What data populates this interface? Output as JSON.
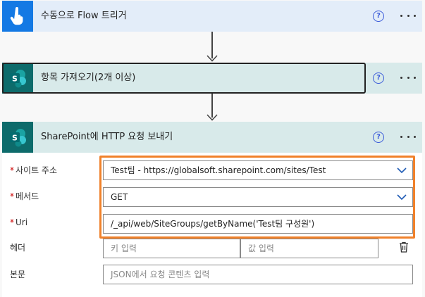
{
  "cards": {
    "trigger": {
      "title": "수동으로 Flow 트리거"
    },
    "get_items": {
      "title": "항목 가져오기(2개 이상)"
    },
    "http": {
      "title": "SharePoint에 HTTP 요청 보내기"
    }
  },
  "help_glyph": "?",
  "form": {
    "site": {
      "label": "사이트 주소",
      "value": "Test팀 - https://globalsoft.sharepoint.com/sites/Test"
    },
    "method": {
      "label": "메서드",
      "value": "GET"
    },
    "uri": {
      "label": "Uri",
      "value": "/_api/web/SiteGroups/getByName('Test팀 구성원')"
    },
    "headers": {
      "label": "헤더",
      "key_placeholder": "키 입력",
      "value_placeholder": "값 입력"
    },
    "body": {
      "label": "본문",
      "placeholder": "JSON에서 요청 콘텐츠 입력"
    },
    "required_mark": "*"
  },
  "colors": {
    "trigger_bg": "#e3edf9",
    "trigger_icon": "#1479e4",
    "sharepoint_bg": "#d8eaea",
    "sharepoint_icon": "#0d6b6b",
    "highlight": "#f0812a",
    "help": "#3b5bd9"
  },
  "icons": {
    "trigger": "hand-pointer-icon",
    "sharepoint": "sharepoint-logo-icon",
    "help": "help-circle-icon",
    "more": "more-horizontal-icon",
    "dropdown": "chevron-down-icon",
    "arrow": "arrow-down-icon",
    "delete": "trash-icon"
  }
}
